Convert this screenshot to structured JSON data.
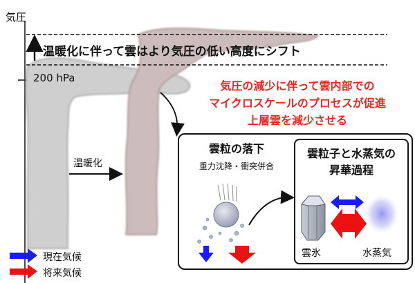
{
  "axis_label": "気圧",
  "pressure_level": "200 hPa",
  "shift_text": "温暖化に伴って雲はより気圧の低い高度にシフト",
  "process_text": [
    "気圧の減少に伴って雲内部での",
    "マイクロスケールのプロセスが促進",
    "上層雲を減少させる"
  ],
  "warming_label": "温暖化",
  "left_box": {
    "title": "雲粒の落下",
    "subtitle": "重力沈降・衝突併合"
  },
  "right_box": {
    "title_line1": "雲粒子と水蒸気の",
    "title_line2": "昇華過程",
    "ice_label": "雲氷",
    "vapor_label": "水蒸気"
  },
  "legend": [
    {
      "label": "現在気候",
      "color": "#1a1aff"
    },
    {
      "label": "将来気候",
      "color": "#ee1111"
    }
  ],
  "colors": {
    "present_cloud": "#c8c8c8",
    "future_cloud": "#c6b4b4",
    "process_red": "#e8281e"
  }
}
